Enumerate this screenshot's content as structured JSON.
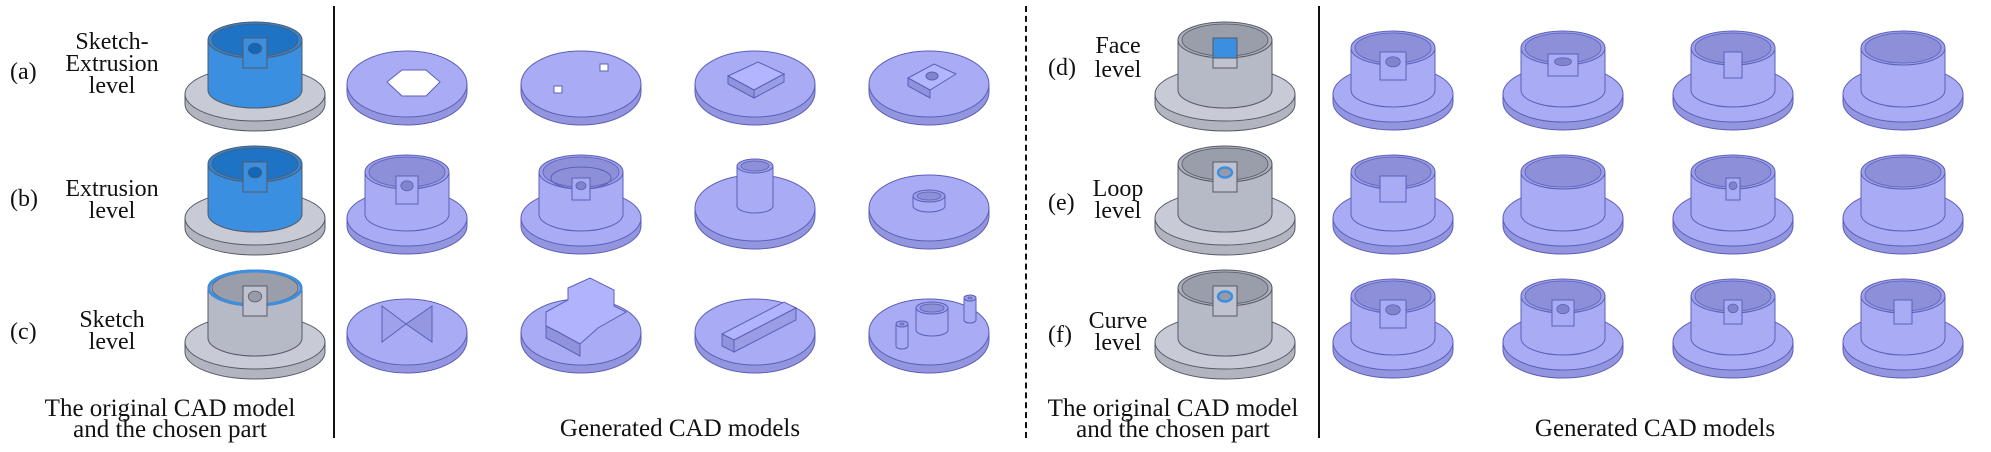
{
  "left_panel": {
    "rows": [
      {
        "tag": "(a)",
        "line1": "Sketch-",
        "line2": "Extrusion",
        "line3": "level",
        "highlight": "sketch-extrusion"
      },
      {
        "tag": "(b)",
        "line1": "Extrusion",
        "line2": "level",
        "highlight": "extrusion"
      },
      {
        "tag": "(c)",
        "line1": "Sketch",
        "line2": "level",
        "highlight": "sketch"
      }
    ],
    "original_caption_line1": "The original CAD model",
    "original_caption_line2": "and the chosen part",
    "generated_caption": "Generated CAD models"
  },
  "right_panel": {
    "rows": [
      {
        "tag": "(d)",
        "line1": "Face",
        "line2": "level",
        "highlight": "face"
      },
      {
        "tag": "(e)",
        "line1": "Loop",
        "line2": "level",
        "highlight": "loop"
      },
      {
        "tag": "(f)",
        "line1": "Curve",
        "line2": "level",
        "highlight": "curve"
      }
    ],
    "original_caption_line1": "The original CAD model",
    "original_caption_line2": "and the chosen part",
    "generated_caption": "Generated CAD models"
  },
  "colors": {
    "generated_fill": "#a9acf4",
    "generated_edge": "#5b5fb8",
    "original_fill": "#c8cbd6",
    "highlight_blue": "#3a8fe0"
  }
}
